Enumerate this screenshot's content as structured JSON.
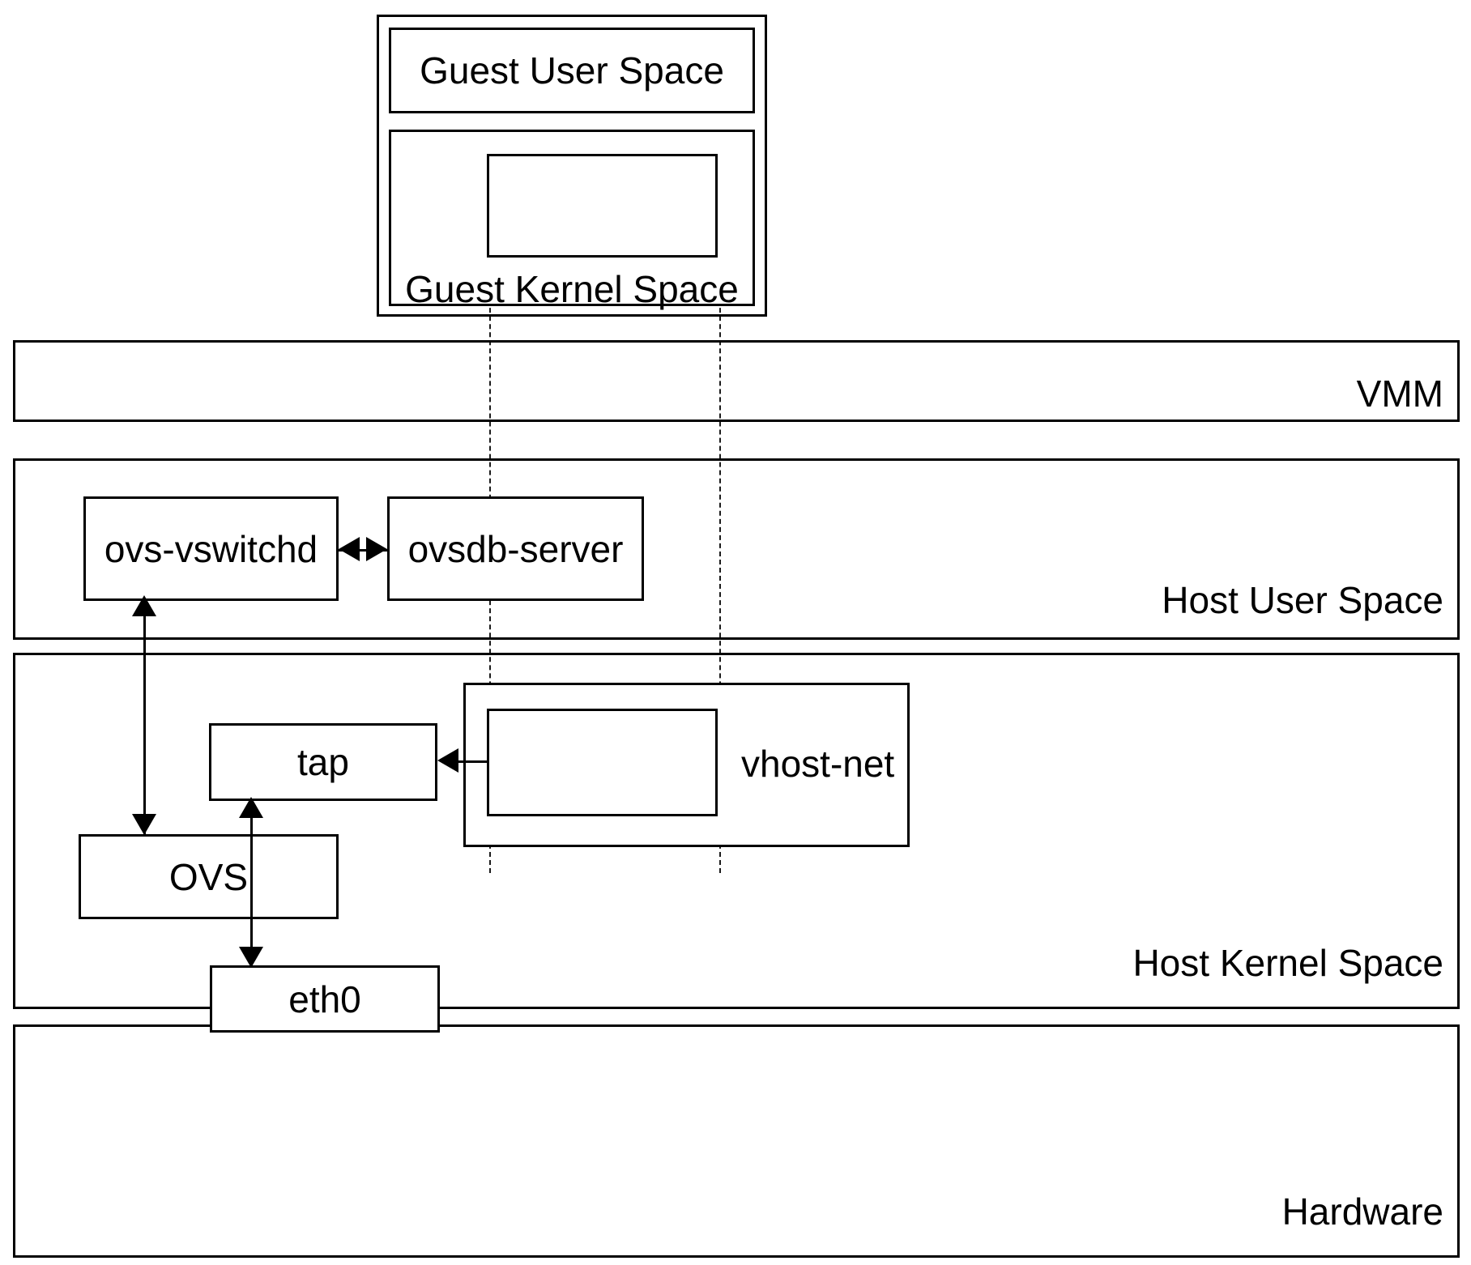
{
  "diagram": {
    "title": "vhost-net / Open vSwitch host-guest networking stack",
    "type": "layered-architecture-block-diagram",
    "background_color": "#ffffff",
    "line_color": "#000000"
  },
  "guest": {
    "user_space_label": "Guest User Space",
    "kernel_space_label": "Guest Kernel Space",
    "kernel_inner_box_label": ""
  },
  "layers": [
    {
      "id": "vmm",
      "label": "VMM"
    },
    {
      "id": "host-user-space",
      "label": "Host User Space"
    },
    {
      "id": "host-kernel-space",
      "label": "Host Kernel Space"
    },
    {
      "id": "hardware",
      "label": "Hardware"
    }
  ],
  "host_user_space": {
    "label": "Host User Space",
    "nodes": [
      {
        "id": "ovs-vswitchd",
        "label": "ovs-vswitchd"
      },
      {
        "id": "ovsdb-server",
        "label": "ovsdb-server"
      }
    ]
  },
  "host_kernel_space": {
    "label": "Host Kernel Space",
    "nodes": [
      {
        "id": "tap",
        "label": "tap"
      },
      {
        "id": "vhost-net",
        "label": "vhost-net"
      },
      {
        "id": "vhost-net-inner",
        "label": ""
      },
      {
        "id": "ovs",
        "label": "OVS"
      },
      {
        "id": "eth0",
        "label": "eth0"
      }
    ]
  },
  "hardware": {
    "label": "Hardware"
  },
  "connections": [
    {
      "id": "vswitchd-ovsdb",
      "from": "ovs-vswitchd",
      "to": "ovsdb-server",
      "style": "double-arrow-horizontal"
    },
    {
      "id": "vswitchd-ovs",
      "from": "ovs-vswitchd",
      "to": "ovs",
      "style": "double-arrow-vertical"
    },
    {
      "id": "vhostnet-tap",
      "from": "vhost-net",
      "to": "tap",
      "style": "arrow-left"
    },
    {
      "id": "tap-eth0",
      "from": "tap",
      "to": "eth0",
      "style": "double-arrow-vertical"
    },
    {
      "id": "guest-vhostnet-left",
      "from": "guest-kernel",
      "to": "vhost-net-inner",
      "style": "dash-dot-vertical"
    },
    {
      "id": "guest-vhostnet-right",
      "from": "guest-kernel",
      "to": "vhost-net-inner",
      "style": "dash-dot-vertical"
    }
  ]
}
